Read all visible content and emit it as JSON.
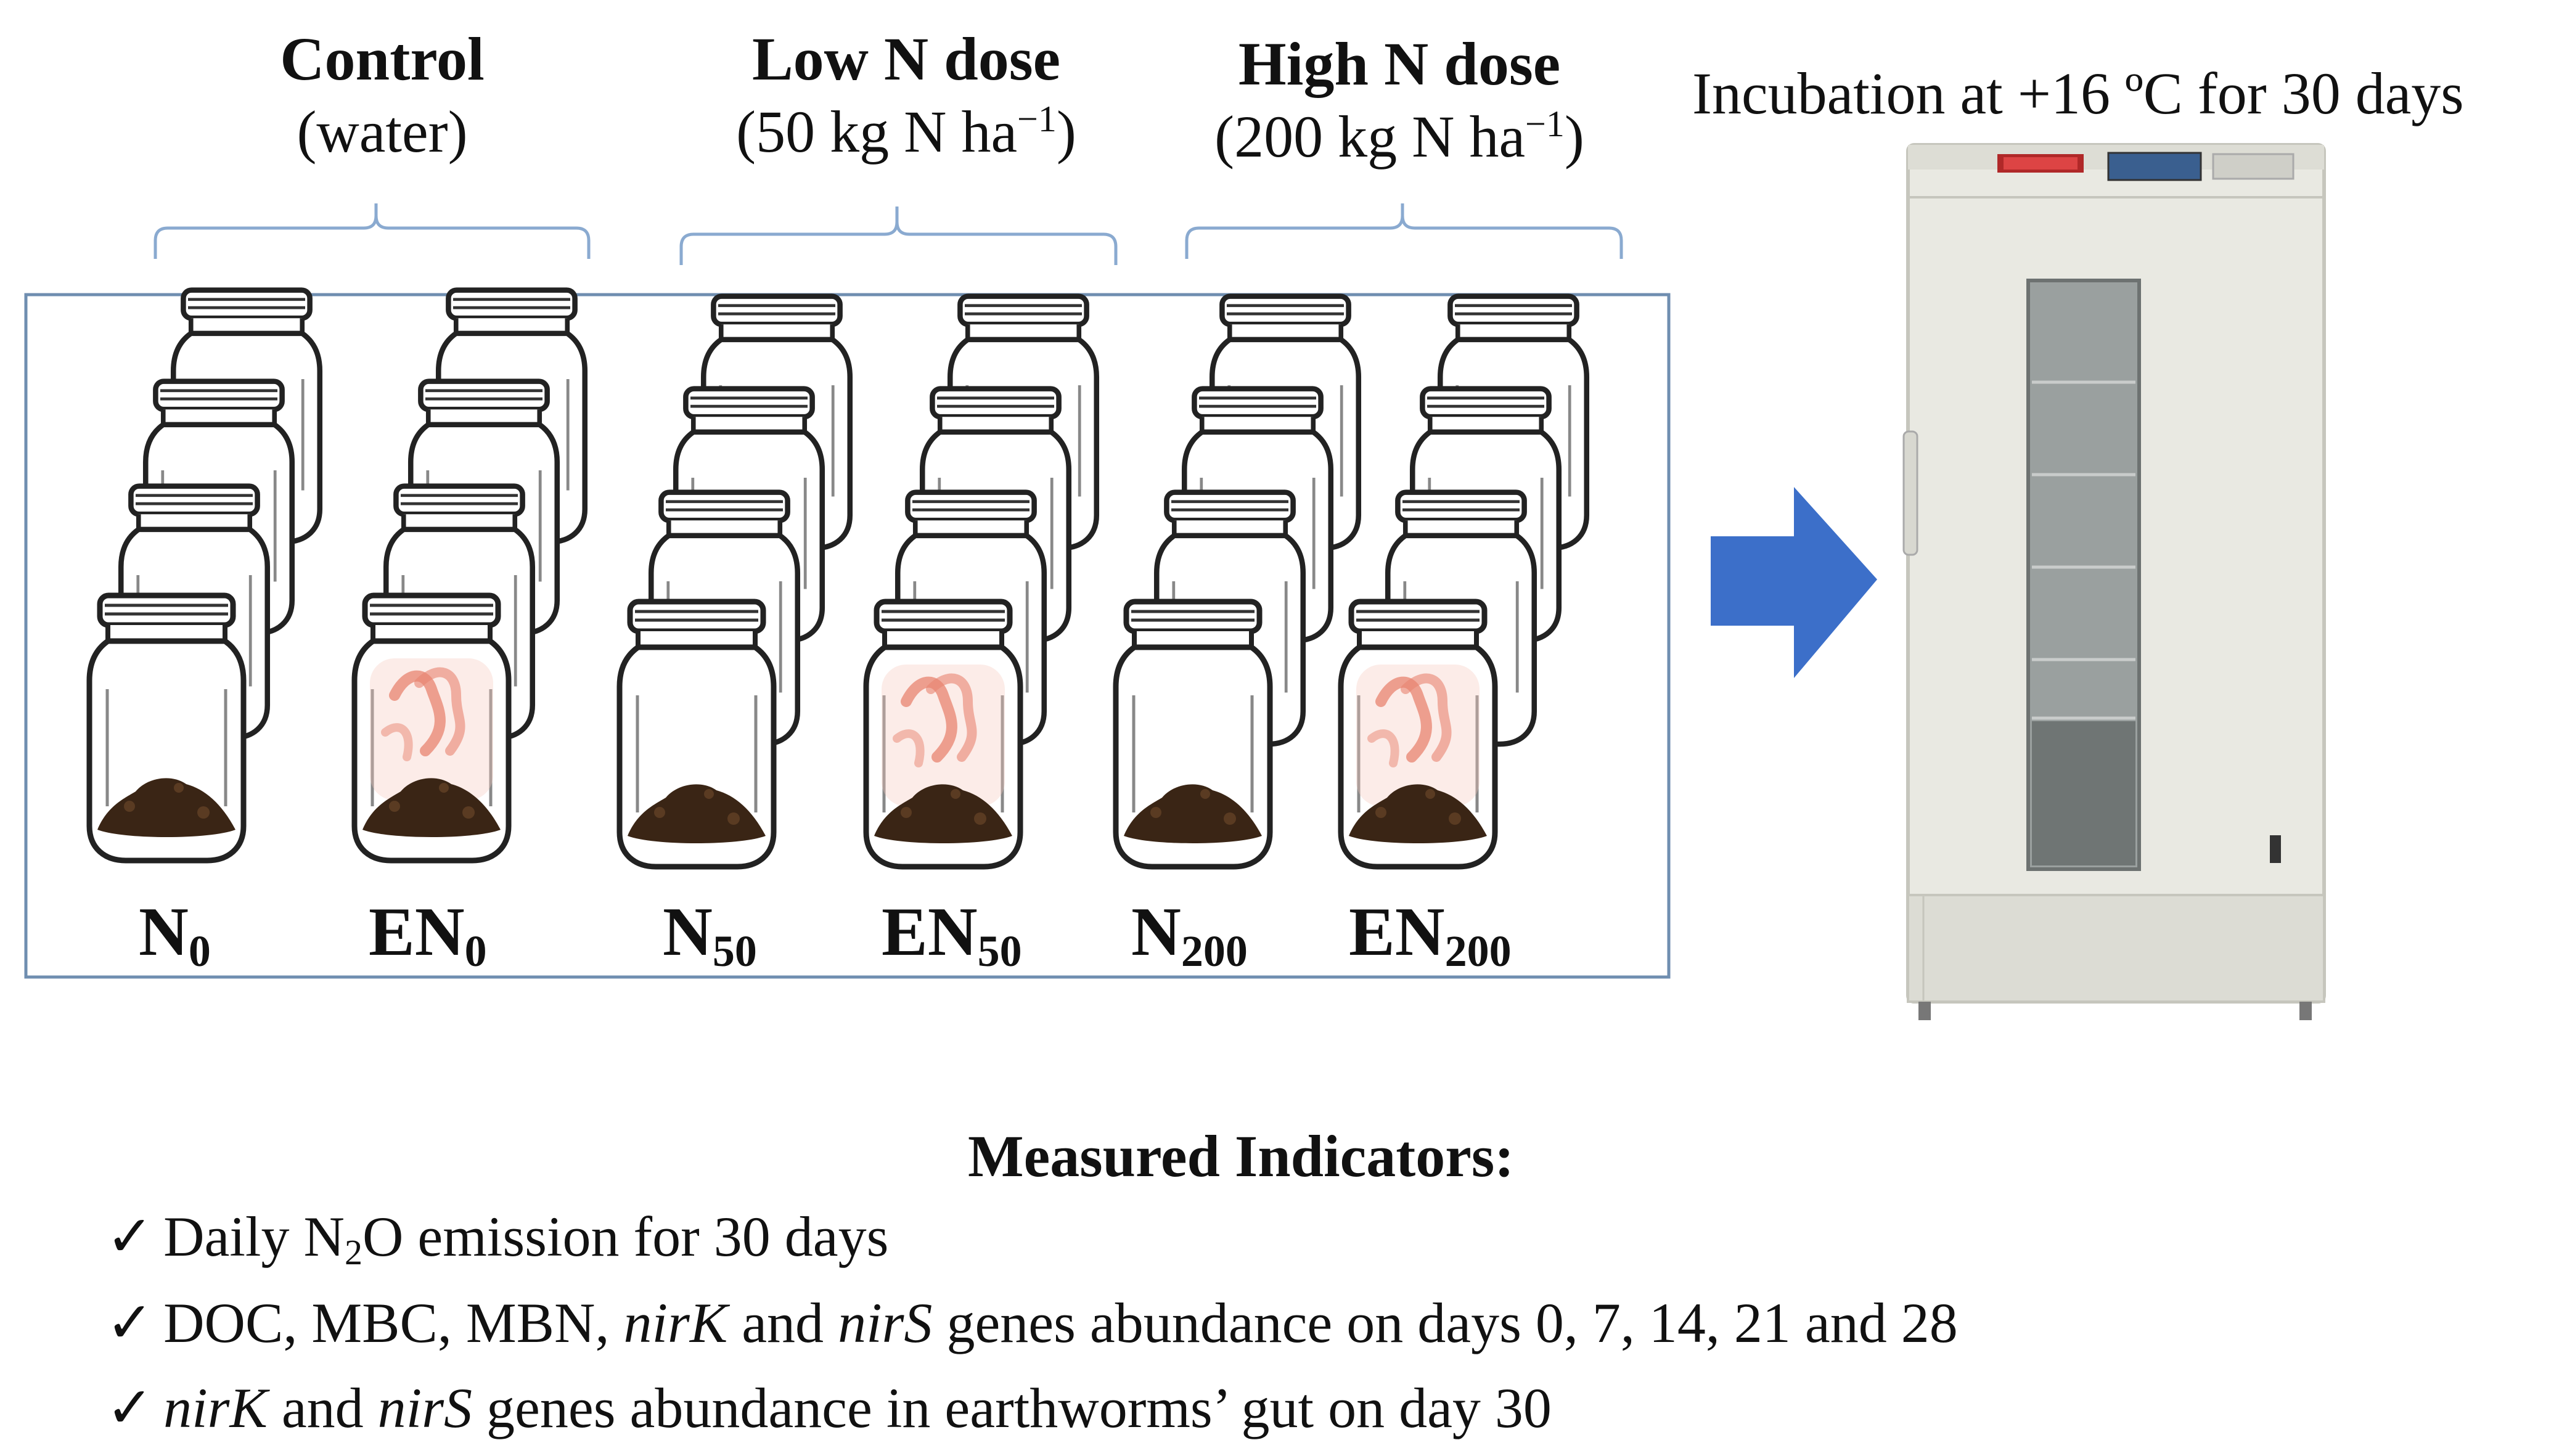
{
  "groups": [
    {
      "title": "Control",
      "subtitle": "(water)"
    },
    {
      "title": "Low N dose",
      "subtitle_prefix": "(50 kg N ha",
      "subtitle_sup": "−1",
      "subtitle_suffix": ")"
    },
    {
      "title": "High N dose",
      "subtitle_prefix": "(200 kg N ha",
      "subtitle_sup": "−1",
      "subtitle_suffix": ")"
    }
  ],
  "incubation": {
    "prefix": "Incubation at +16 ",
    "unit": "ºC",
    "suffix": " for 30 days"
  },
  "treatments": [
    {
      "base": "N",
      "sub": "0",
      "earthworm": false
    },
    {
      "base": "EN",
      "sub": "0",
      "earthworm": true
    },
    {
      "base": "N",
      "sub": "50",
      "earthworm": false
    },
    {
      "base": "EN",
      "sub": "50",
      "earthworm": true
    },
    {
      "base": "N",
      "sub": "200",
      "earthworm": false
    },
    {
      "base": "EN",
      "sub": "200",
      "earthworm": true
    }
  ],
  "indicators": {
    "title": "Measured Indicators:",
    "check": "✓",
    "items": [
      {
        "p1": "Daily N",
        "sub": "2",
        "p2": "O emission for 30 days"
      },
      {
        "p1": "DOC, MBC, MBN, ",
        "g1": "nirK",
        "p2": " and ",
        "g2": "nirS",
        "p3": " genes abundance on days 0, 7, 14, 21 and 28"
      },
      {
        "g1": "nirK",
        "p1": " and ",
        "g2": "nirS",
        "p2": " genes abundance in earthworms’ gut on day 30"
      }
    ]
  },
  "colors": {
    "box_border": "#6f8eb0",
    "brace": "#8aaad0",
    "arrow": "#3c6fc9",
    "soil": "#3a2515",
    "worm": "#e88470",
    "incubator_body": "#e9e9e2",
    "incubator_glass": "#9aa09f"
  }
}
